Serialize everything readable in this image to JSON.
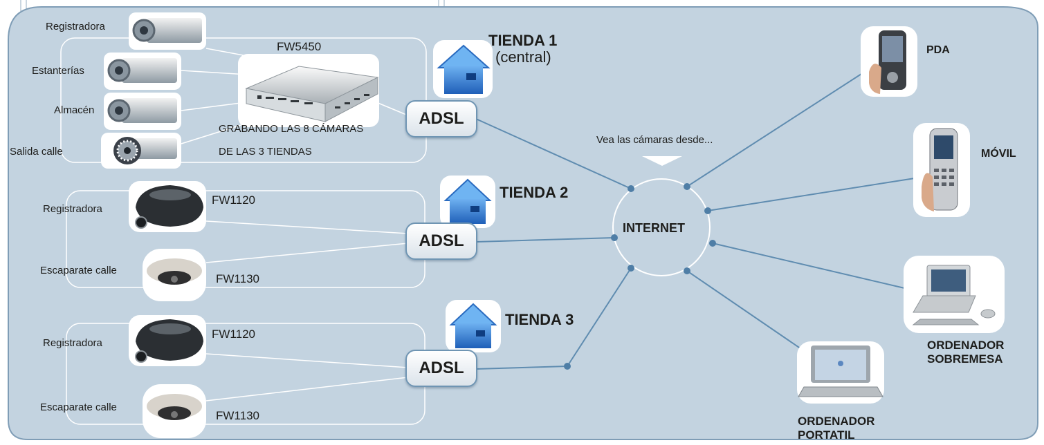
{
  "tienda1": {
    "title": "TIENDA 1",
    "subtitle": "(central)",
    "recorder_model": "FW5450",
    "recording_line1": "GRABANDO LAS 8 CÁMARAS",
    "recording_line2": "DE LAS 3 TIENDAS",
    "adsl": "ADSL",
    "cameras": [
      "Registradora",
      "Estanterías",
      "Almacén",
      "Salida calle"
    ]
  },
  "tienda2": {
    "title": "TIENDA 2",
    "adsl": "ADSL",
    "cam1_label": "Registradora",
    "cam1_model": "FW1120",
    "cam2_label": "Escaparate calle",
    "cam2_model": "FW1130"
  },
  "tienda3": {
    "title": "TIENDA 3",
    "adsl": "ADSL",
    "cam1_label": "Registradora",
    "cam1_model": "FW1120",
    "cam2_label": "Escaparate calle",
    "cam2_model": "FW1130"
  },
  "internet": {
    "label": "INTERNET",
    "caption": "Vea las cámaras desde..."
  },
  "devices": {
    "pda": "PDA",
    "movil": "MÓVIL",
    "desktop_line1": "ORDENADOR",
    "desktop_line2": "SOBREMESA",
    "laptop_line1": "ORDENADOR",
    "laptop_line2": "PORTATIL"
  },
  "colors": {
    "panel": "#c3d3e0",
    "panel_border": "#7f9db6",
    "link": "#5f8cb0",
    "node": "#4f7ea6",
    "house": "#3a7fd0"
  }
}
